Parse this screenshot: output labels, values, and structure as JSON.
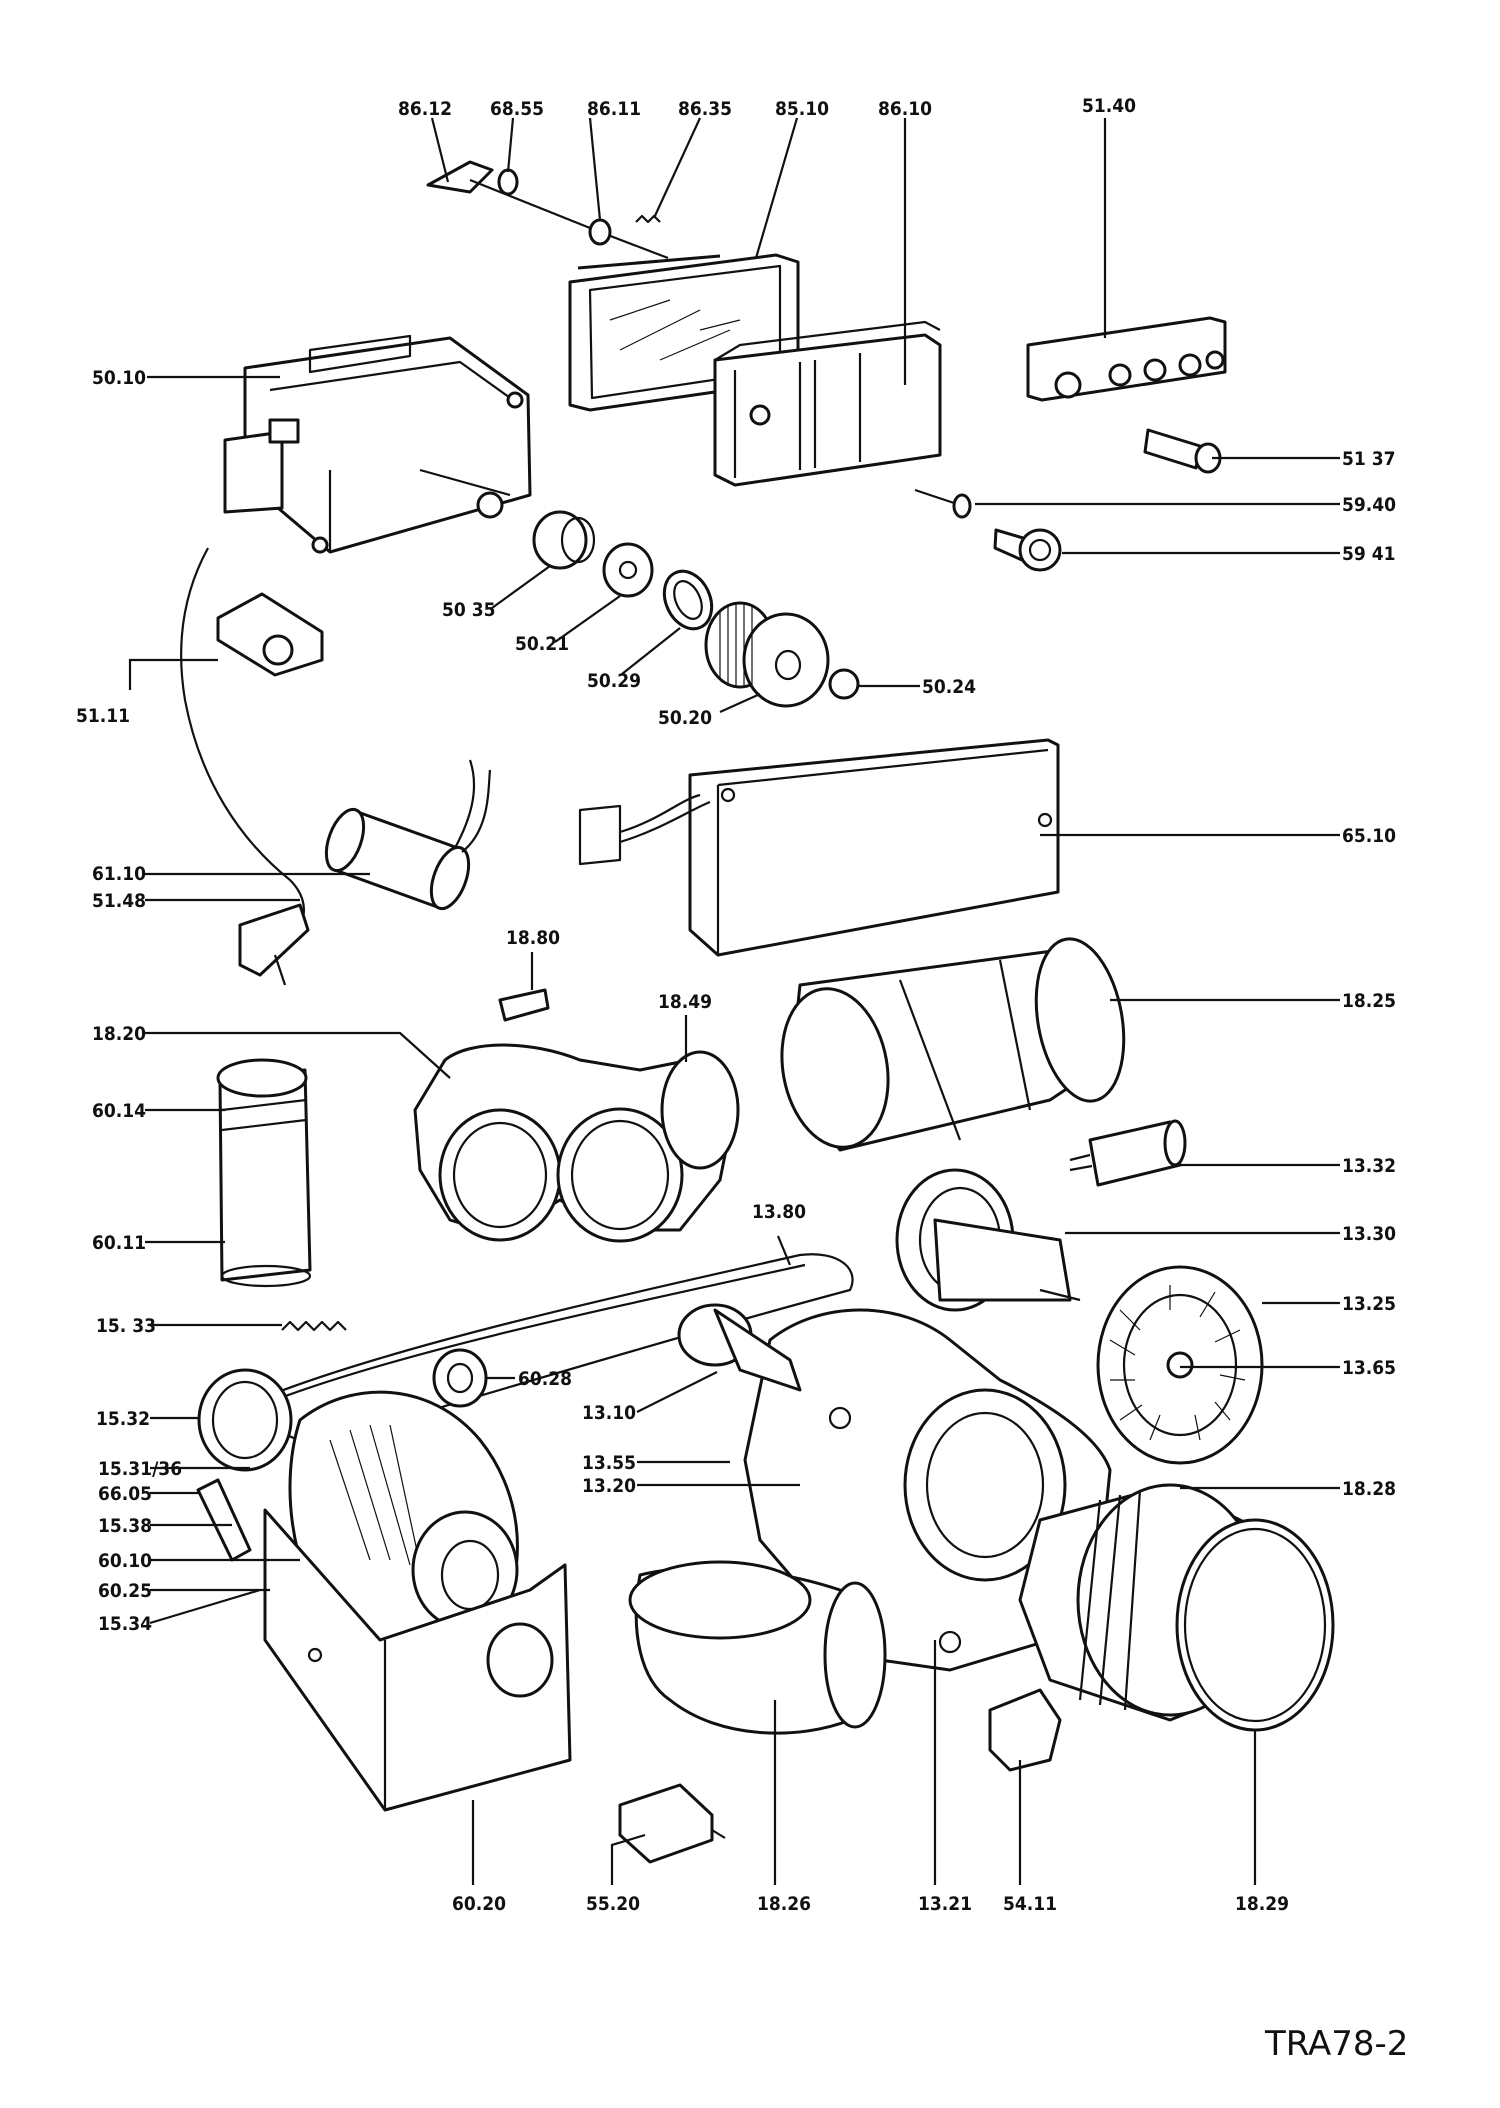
{
  "drawing_code": "TRA78-2",
  "labels": {
    "l8612": "86.12",
    "l6855": "68.55",
    "l8611": "86.11",
    "l8635": "86.35",
    "l8510": "85.10",
    "l8610": "86.10",
    "l5140": "51.40",
    "l5010": "50.10",
    "l5137": "51 37",
    "l5940": "59.40",
    "l5941": "59 41",
    "l5035": "50 35",
    "l5021": "50.21",
    "l5029": "50.29",
    "l5024": "50.24",
    "l5020": "50.20",
    "l5111": "51.11",
    "l6510": "65.10",
    "l6110": "61.10",
    "l5148": "51.48",
    "l1880": "18.80",
    "l1849": "18.49",
    "l1820": "18.20",
    "l1825": "18.25",
    "l6014": "60.14",
    "l1332": "13.32",
    "l6011": "60.11",
    "l1380": "13.80",
    "l1330": "13.30",
    "l1325": "13.25",
    "l1533": "15. 33",
    "l6028": "60.28",
    "l1365": "13.65",
    "l1532": "15.32",
    "l1310": "13.10",
    "l153136": "15.31/36",
    "l1355": "13.55",
    "l6605": "66.05",
    "l1320": "13.20",
    "l1828": "18.28",
    "l1538": "15.38",
    "l6010": "60.10",
    "l6025": "60.25",
    "l1534": "15.34",
    "l6020": "60.20",
    "l5520": "55.20",
    "l1826": "18.26",
    "l1321": "13.21",
    "l5411": "54.11",
    "l1829": "18.29"
  }
}
